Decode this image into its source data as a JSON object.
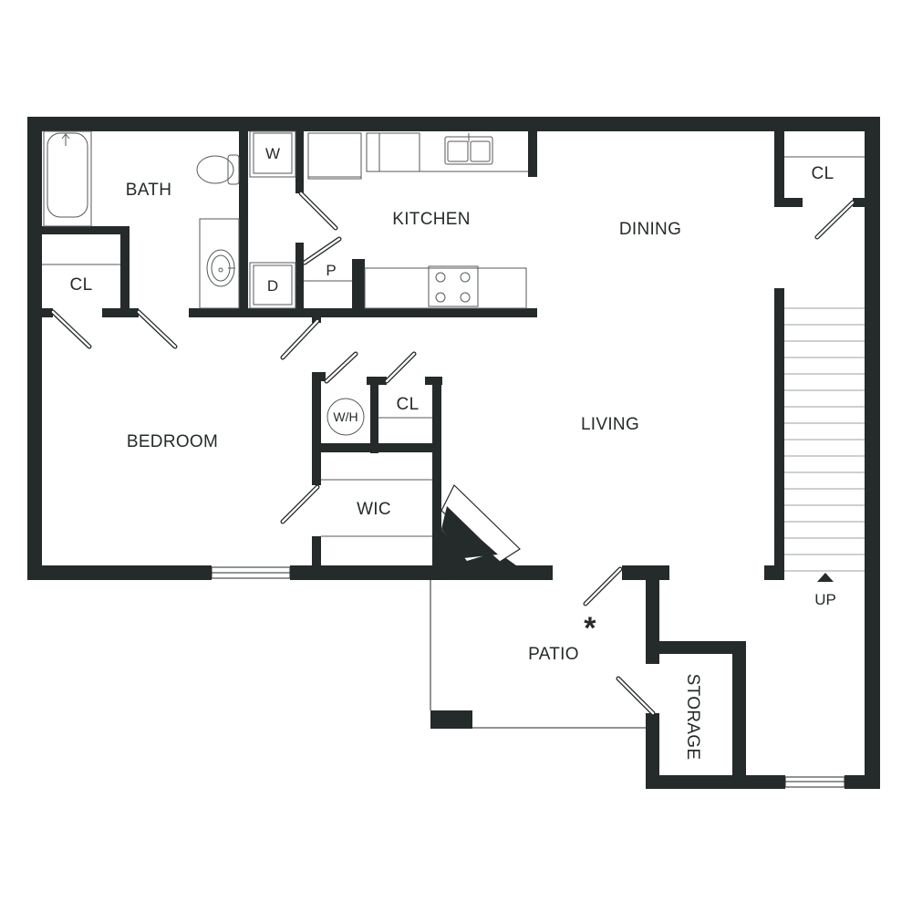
{
  "rooms": {
    "bath": "BATH",
    "kitchen": "KITCHEN",
    "dining": "DINING",
    "closet_bedroom": "CL",
    "closet_entry": "CL",
    "closet_hall": "CL",
    "bedroom": "BEDROOM",
    "living": "LIVING",
    "wic": "WIC",
    "patio": "PATIO",
    "storage": "STORAGE",
    "pantry": "P"
  },
  "appliances": {
    "washer": "W",
    "dryer": "D",
    "water_heater": "W/H"
  },
  "stairs": {
    "label": "UP",
    "arrow_icon": "triangle-up-icon"
  },
  "marker": "*",
  "colors": {
    "wall": "#252a2a",
    "background": "#ffffff"
  }
}
